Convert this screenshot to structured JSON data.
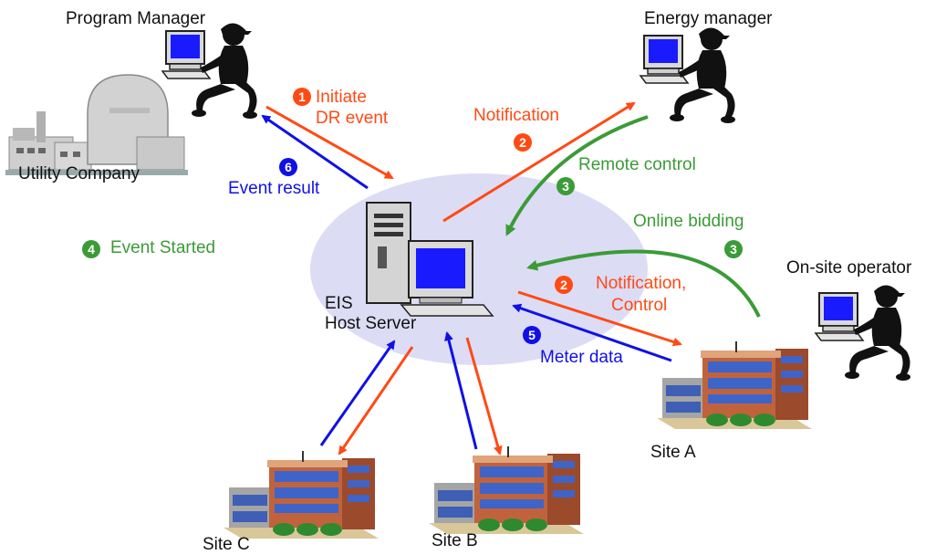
{
  "actors": {
    "program_manager": "Program Manager",
    "utility_company": "Utility Company",
    "energy_manager": "Energy manager",
    "onsite_operator": "On-site operator",
    "server_line1": "EIS",
    "server_line2": "Host Server",
    "site_a": "Site A",
    "site_b": "Site B",
    "site_c": "Site C"
  },
  "flows": {
    "initiate_line1": "Initiate",
    "initiate_line2": "DR event",
    "notification": "Notification",
    "remote_control": "Remote control",
    "online_bidding": "Online bidding",
    "notification_control_line1": "Notification,",
    "control_line2": "Control",
    "meter_data": "Meter data",
    "event_result": "Event result",
    "event_started": "Event Started"
  },
  "steps": {
    "s1": "1",
    "s2": "2",
    "s3": "3",
    "s4": "4",
    "s5": "5",
    "s6": "6"
  },
  "colors": {
    "red_flow": "#ff4a14",
    "green_flow": "#3b9b37",
    "blue_flow": "#1010e6",
    "server_ellipse": "#dcdcf5"
  },
  "icons": [
    "person-at-computer-icon",
    "nuclear-plant-icon",
    "server-computer-icon",
    "office-building-icon"
  ]
}
